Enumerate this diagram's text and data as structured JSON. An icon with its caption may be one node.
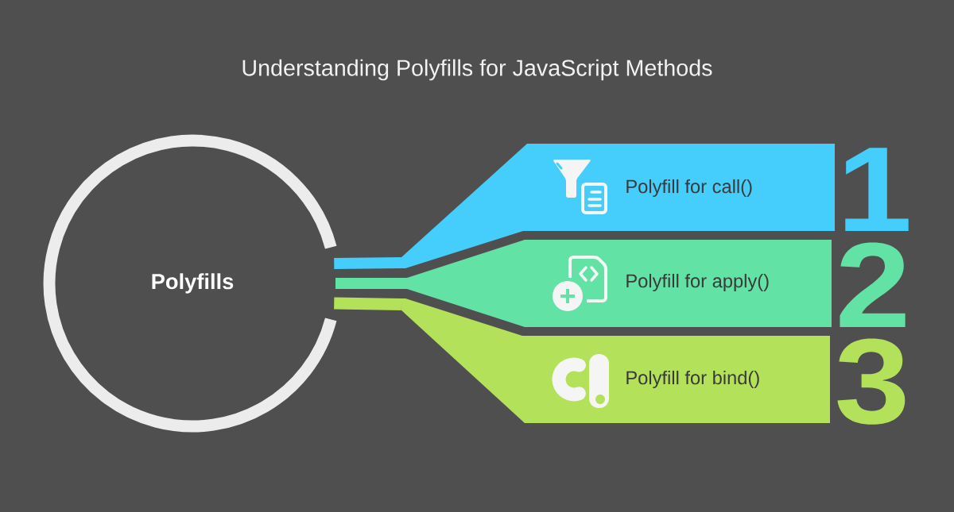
{
  "diagram": {
    "title": "Understanding Polyfills for JavaScript Methods",
    "nodes": [
      {
        "text": [
          "Polyfills"
        ]
      },
      {
        "text": [
          "Polyfill for call()",
          "1"
        ]
      },
      {
        "text": [
          "Polyfill for apply()",
          "2"
        ]
      },
      {
        "text": [
          "Polyfill for bind()",
          "3"
        ]
      }
    ],
    "edges": [
      {
        "from": 0,
        "to": 1,
        "arrow": "none",
        "color": "#45cdfb"
      },
      {
        "from": 0,
        "to": 2,
        "arrow": "none",
        "color": "#62e3a5"
      },
      {
        "from": 0,
        "to": 3,
        "arrow": "none",
        "color": "#b4e15a"
      }
    ]
  }
}
